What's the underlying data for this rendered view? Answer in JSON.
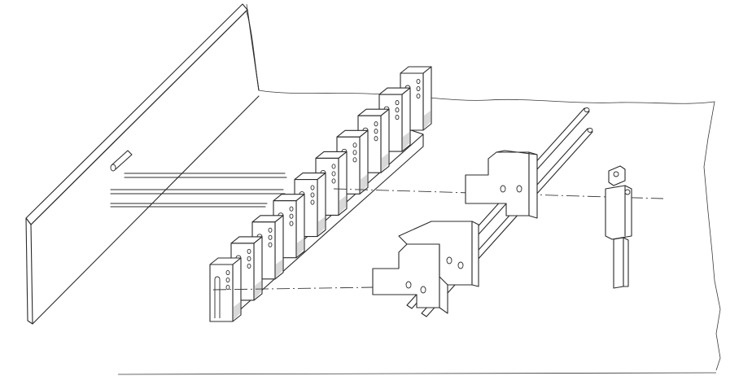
{
  "figure": {
    "description_visible_text": [],
    "colors": {
      "background": "#ffffff",
      "ink": "#2b2b2b",
      "shade": "#d8d8d8"
    },
    "components": {
      "back_panel": "panel",
      "c_blocks_count": 10,
      "rods_count": 4,
      "cross_plates_count": 2,
      "clamp_post": "post"
    }
  }
}
